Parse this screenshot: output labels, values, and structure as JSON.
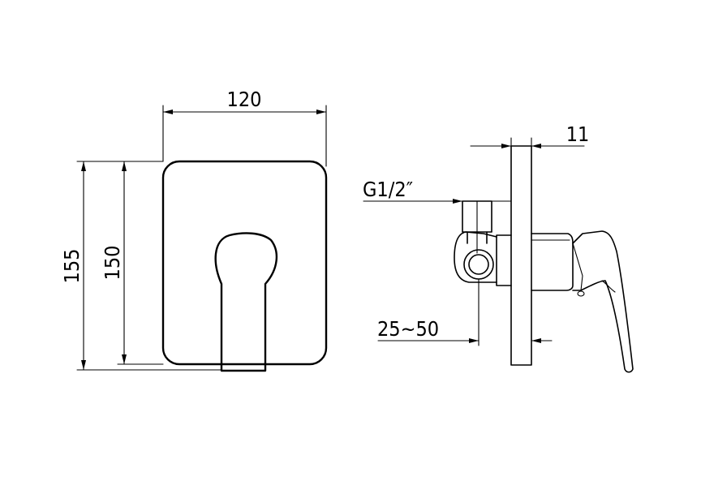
{
  "front_view": {
    "width_dim": "120",
    "outer_height_dim": "155",
    "inner_height_dim": "150"
  },
  "side_view": {
    "plate_thickness_dim": "11",
    "thread_label": "G1/2″",
    "depth_range_dim": "25~50"
  }
}
